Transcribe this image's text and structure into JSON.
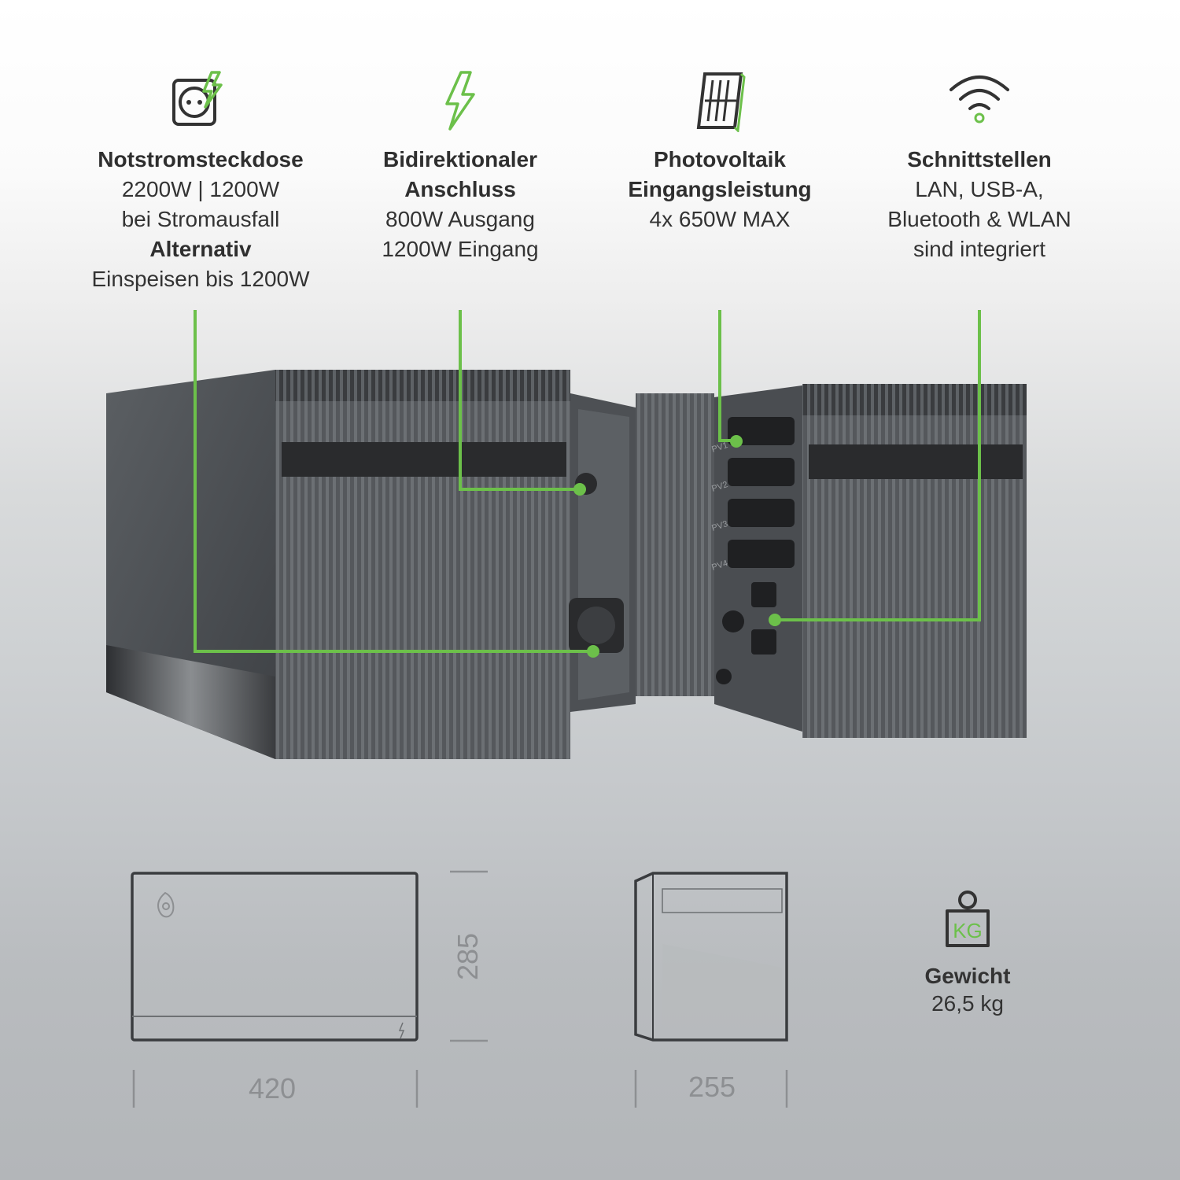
{
  "features": [
    {
      "icon": "socket-lightning-icon",
      "title": "Notstromsteckdose",
      "lines": [
        "2200W | 1200W",
        "bei Stromausfall"
      ],
      "title2": "Alternativ",
      "lines2": [
        "Einspeisen bis 1200W"
      ]
    },
    {
      "icon": "lightning-icon",
      "title": "Bidirektionaler",
      "title_b": "Anschluss",
      "lines": [
        "800W Ausgang",
        "1200W Eingang"
      ]
    },
    {
      "icon": "solar-panel-icon",
      "title": "Photovoltaik",
      "title_b": "Eingangsleistung",
      "lines": [
        "4x 650W MAX"
      ]
    },
    {
      "icon": "wifi-icon",
      "title": "Schnittstellen",
      "lines": [
        "LAN, USB-A,",
        "Bluetooth & WLAN",
        "sind integriert"
      ]
    }
  ],
  "port_labels": [
    "PV1",
    "PV2",
    "PV3",
    "PV4"
  ],
  "dimensions": {
    "width": "420",
    "height": "285",
    "depth": "255"
  },
  "weight": {
    "icon_text": "KG",
    "title": "Gewicht",
    "value": "26,5 kg"
  },
  "colors": {
    "accent": "#6cc04a",
    "text": "#333333",
    "dim": "#8d8f92"
  }
}
